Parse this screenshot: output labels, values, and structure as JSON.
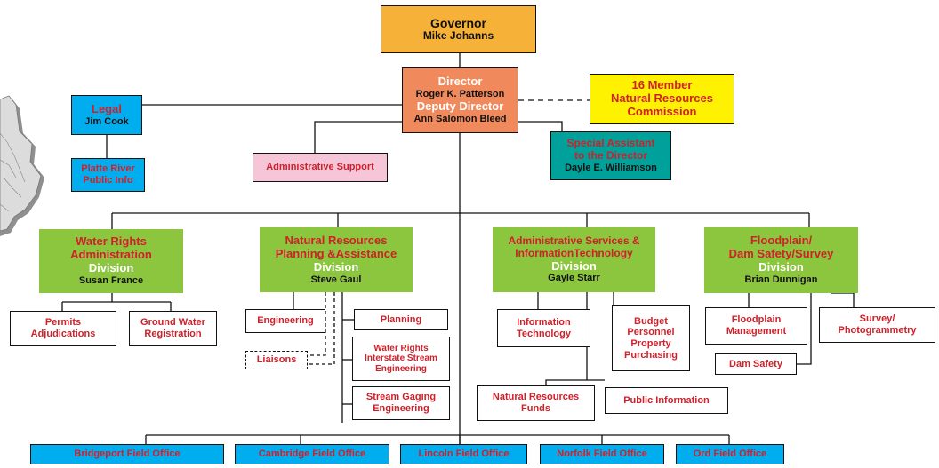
{
  "governor": {
    "title": "Governor",
    "name": "Mike Johanns"
  },
  "director": {
    "title": "Director",
    "name": "Roger K. Patterson",
    "deputy_title": "Deputy Director",
    "deputy_name": "Ann Salomon Bleed"
  },
  "commission": {
    "line1": "16 Member",
    "line2": "Natural Resources",
    "line3": "Commission"
  },
  "legal": {
    "title": "Legal",
    "name": "Jim Cook"
  },
  "platte": {
    "line1": "Platte River",
    "line2": "Public Info"
  },
  "admin_support": {
    "label": "Administrative Support"
  },
  "special_assistant": {
    "line1": "Special Assistant",
    "line2": "to the Director",
    "name": "Dayle E. Williamson"
  },
  "divisions": {
    "water_rights": {
      "line1": "Water Rights",
      "line2": "Administration",
      "division": "Division",
      "head": "Susan France"
    },
    "nr_planning": {
      "line1": "Natural Resources",
      "line2": "Planning &Assistance",
      "division": "Division",
      "head": "Steve Gaul"
    },
    "admin_services": {
      "line1": "Administrative Services &",
      "line2": "InformationTechnology",
      "division": "Division",
      "head": "Gayle Starr"
    },
    "floodplain": {
      "line1": "Floodplain/",
      "line2": "Dam Safety/Survey",
      "division": "Division",
      "head": "Brian Dunnigan"
    }
  },
  "units": {
    "permits": {
      "line1": "Permits",
      "line2": "Adjudications"
    },
    "ground_water": {
      "line1": "Ground Water",
      "line2": "Registration"
    },
    "engineering": "Engineering",
    "liaisons": "Liaisons",
    "planning": "Planning",
    "wr_interstate": {
      "line1": "Water Rights",
      "line2": "Interstate Stream",
      "line3": "Engineering"
    },
    "stream_gaging": {
      "line1": "Stream Gaging",
      "line2": "Engineering"
    },
    "info_tech": {
      "line1": "Information",
      "line2": "Technology"
    },
    "budget": {
      "line1": "Budget",
      "line2": "Personnel",
      "line3": "Property",
      "line4": "Purchasing"
    },
    "nr_funds": {
      "line1": "Natural Resources",
      "line2": "Funds"
    },
    "public_info": "Public Information",
    "floodplain_mgmt": {
      "line1": "Floodplain",
      "line2": "Management"
    },
    "dam_safety": "Dam Safety",
    "survey": {
      "line1": "Survey/",
      "line2": "Photogrammetry"
    }
  },
  "field_offices": [
    "Bridgeport Field Office",
    "Cambridge Field Office",
    "Lincoln Field Office",
    "Norfolk Field Office",
    "Ord Field Office"
  ],
  "colors": {
    "orange": "#f5b138",
    "salmon": "#f08a5d",
    "blue": "#00aeef",
    "yellow": "#fff200",
    "teal": "#00a19a",
    "pink": "#f6c6d8",
    "green": "#8cc63f",
    "red_text": "#d0202a"
  }
}
